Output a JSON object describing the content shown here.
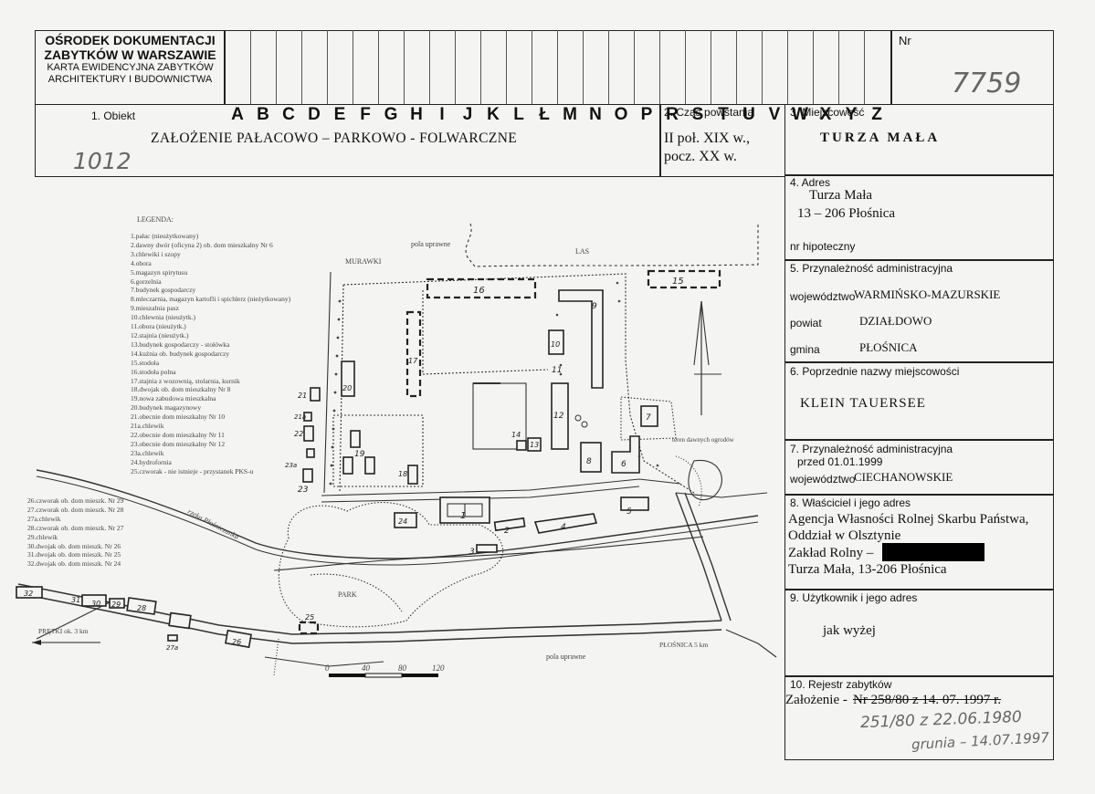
{
  "header": {
    "org_line1": "OŚRODEK DOKUMENTACJI",
    "org_line2": "ZABYTKÓW W WARSZAWIE",
    "card_line1": "KARTA EWIDENCYJNA ZABYTKÓW",
    "card_line2": "ARCHITEKTURY I BUDOWNICTWA",
    "letters": [
      "A",
      "B",
      "C",
      "D",
      "E",
      "F",
      "G",
      "H",
      "I",
      "J",
      "K",
      "L",
      "Ł",
      "M",
      "N",
      "O",
      "P",
      "R",
      "S",
      "T",
      "U",
      "V",
      "W",
      "X",
      "Y",
      "Z"
    ],
    "nr_label": "Nr",
    "nr_value": "7759"
  },
  "obiekt": {
    "label": "1. Obiekt",
    "value": "ZAŁOŻENIE PAŁACOWO – PARKOWO - FOLWARCZNE",
    "handwritten": "1012"
  },
  "czas": {
    "label": "2. Czas powstania",
    "line1": "II poł. XIX w.,",
    "line2": "pocz. XX w."
  },
  "miejscowosc": {
    "label": "3. Miejscowość",
    "value": "TURZA  MAŁA"
  },
  "adres": {
    "label": "4. Adres",
    "line1": "Turza Mała",
    "line2": "13 – 206 Płośnica",
    "hipoteczny": "nr hipoteczny"
  },
  "przynaleznosc": {
    "label": "5. Przynależność administracyjna",
    "woj_label": "województwo",
    "woj_value": "WARMIŃSKO-MAZURSKIE",
    "powiat_label": "powiat",
    "powiat_value": "DZIAŁDOWO",
    "gmina_label": "gmina",
    "gmina_value": "PŁOŚNICA"
  },
  "poprzednie": {
    "label": "6. Poprzednie nazwy miejscowości",
    "value": "KLEIN  TAUERSEE"
  },
  "przed1999": {
    "label1": "7. Przynależność administracyjna",
    "label2": "przed 01.01.1999",
    "woj_label": "województwo",
    "woj_value": "CIECHANOWSKIE"
  },
  "wlasciciel": {
    "label": "8. Właściciel i jego adres",
    "line1": "Agencja Własności Rolnej Skarbu Państwa,",
    "line2": "Oddział w Olsztynie",
    "line3": "Zakład Rolny –",
    "line4": "Turza Mała, 13-206 Płośnica"
  },
  "uzytkownik": {
    "label": "9. Użytkownik i jego adres",
    "value": "jak wyżej"
  },
  "rejestr": {
    "label": "10. Rejestr zabytków",
    "line1_a": "Założenie -",
    "line1_b": "Nr 258/80 z 14. 07. 1997 r.",
    "hand1": "251/80  z  22.06.1980",
    "hand2": "grunia – 14.07.1997"
  },
  "legend": {
    "title": "LEGENDA:",
    "items": [
      "1.pałac (nieużytkowany)",
      "2.dawny dwór (oficyna 2) ob. dom mieszkalny Nr 6",
      "3.chlewiki i szopy",
      "4.obora",
      "5.magazyn spirytusu",
      "6.gorzelnia",
      "7.budynek gospodarczy",
      "8.mleczarnia, magazyn kartofli i spichlerz (nieżytkowany)",
      "9.mieszalnia pasz",
      "10.chlewnia (nieużytk.)",
      "11.obora (nieużytk.)",
      "12.stajnia (nieużytk.)",
      "13.budynek gospodarczy - stołówka",
      "14.kuźnia ob. budynek gospodarczy",
      "15.stodoła",
      "16.stodoła polna",
      "17.stajnia z wozownią, stolarnia, kurnik",
      "18.dwojak ob. dom mieszkalny Nr 8",
      "19.nowa zabudowa mieszkalna",
      "20.budynek magazynowy",
      "21.obecnie dom mieszkalny Nr 10",
      "21a.chlewik",
      "22.obecnie dom mieszkalny Nr 11",
      "23.obecnie dom mieszkalny Nr 12",
      "23a.chlewik",
      "24.hydrofornia",
      "25.czworak - nie istnieje - przystanek PKS-u"
    ],
    "items2": [
      "26.czworak ob. dom mieszk. Nr 29",
      "27.czworak ob. dom mieszk. Nr 28",
      "27a.chlewik",
      "28.czworak ob. dom mieszk. Nr 27",
      "29.chlewik",
      "30.dwojak ob. dom mieszk. Nr 26",
      "31.dwojak ob. dom mieszk. Nr 25",
      "32.dwojak ob. dom mieszk. Nr 24"
    ]
  },
  "map": {
    "pola_uprawne_top": "pola uprawne",
    "murawki": "MURAWKI",
    "las": "LAS",
    "teren": "teren dawnych ogrodów",
    "rzeka": "rzeka Płośniczanka",
    "park": "PARK",
    "pretki": "PRĘTKI ok. 3 km",
    "plosnica": "PŁOŚNICA 5 km",
    "pola_uprawne_bottom": "pola uprawne",
    "scale": [
      "0",
      "40",
      "80",
      "120"
    ],
    "numbers": [
      "1",
      "2",
      "3",
      "4",
      "5",
      "6",
      "7",
      "8",
      "9",
      "10",
      "11",
      "12",
      "13",
      "14",
      "15",
      "16",
      "17",
      "18",
      "19",
      "20",
      "21",
      "21a",
      "22",
      "23",
      "23a",
      "24",
      "25",
      "26",
      "27a",
      "28",
      "29",
      "30",
      "31",
      "32"
    ]
  }
}
